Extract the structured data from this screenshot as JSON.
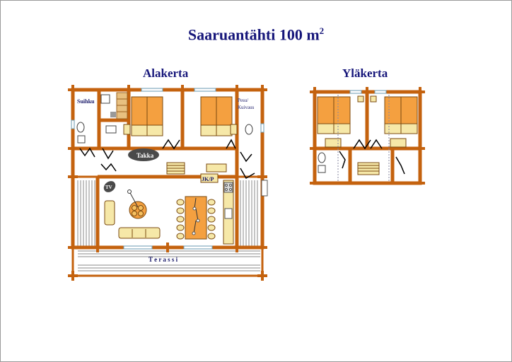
{
  "title": {
    "main": "Saaruantähti 100 m",
    "sup": "2"
  },
  "floors": {
    "lower": {
      "label": "Alakerta"
    },
    "upper": {
      "label": "Yläkerta"
    }
  },
  "rooms": {
    "suihku": "Suihku",
    "pesu": "Pesu/",
    "kuivaus": "Kuivaus",
    "takka": "Takka",
    "tv": "TV",
    "jkp": "JK/P",
    "terassi": "T e r a s s i"
  },
  "colors": {
    "wall": "#c4620e",
    "bed": "#f4a040",
    "furniture": "#f6e8a8",
    "title": "#16167a"
  }
}
